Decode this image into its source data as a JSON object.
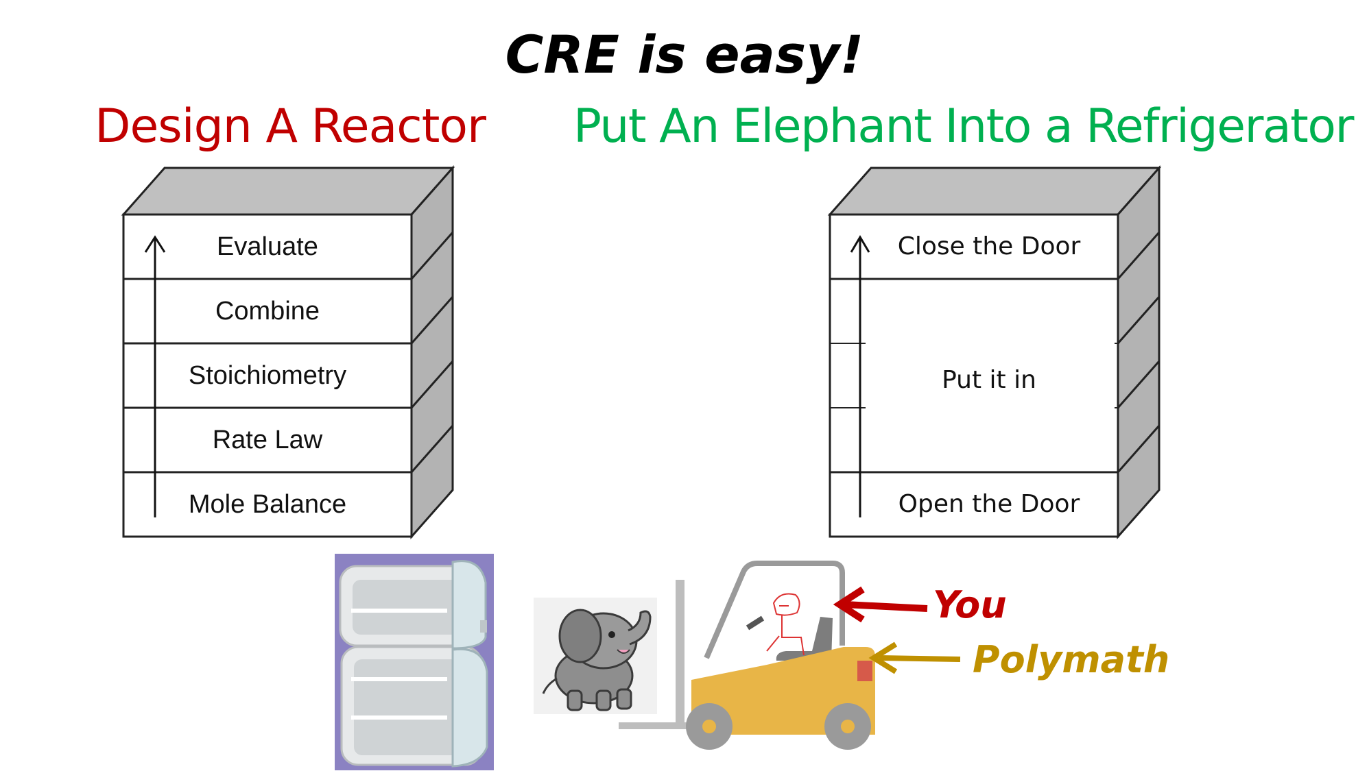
{
  "title": "CRE is easy!",
  "headings": {
    "left": "Design A Reactor",
    "right": "Put An Elephant Into a Refrigerator"
  },
  "reactor_stack": {
    "levels": [
      "Evaluate",
      "Combine",
      "Stoichiometry",
      "Rate Law",
      "Mole Balance"
    ]
  },
  "fridge_stack": {
    "levels": [
      "Close the Door",
      "Put it in",
      "Open the Door"
    ]
  },
  "callouts": {
    "you": "You",
    "polymath": "Polymath"
  },
  "colors": {
    "title": "#000000",
    "left_heading": "#c00000",
    "right_heading": "#00b050",
    "you": "#c00000",
    "polymath": "#bf9000",
    "box_side": "#b8b8b8",
    "fridge_background": "#8b82c2",
    "forklift_body": "#e8b547"
  },
  "icons": {
    "arrows": "up-arrow-icon",
    "refrigerator": "open-refrigerator-icon",
    "elephant": "elephant-icon",
    "forklift": "forklift-icon"
  }
}
